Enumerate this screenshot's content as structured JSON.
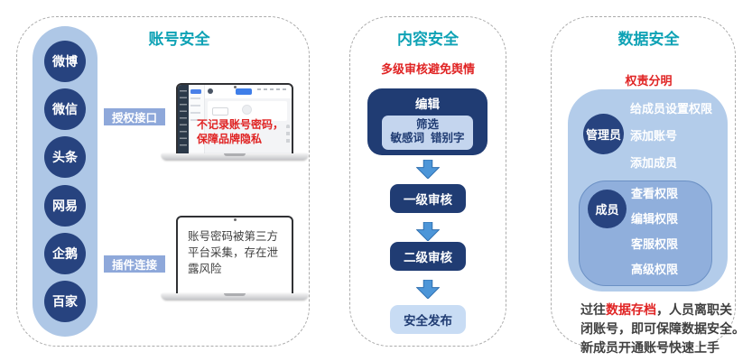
{
  "colors": {
    "teal": "#0ea2b5",
    "red": "#e02424",
    "navy": "#27437f",
    "navy-deep": "#203c73",
    "sidebar-blue": "#aec7e6",
    "label-blue": "#8ea8da",
    "light-box": "#c4d5ee",
    "publish-box": "#c8dcf4",
    "arrow-blue": "#4d96d8",
    "right-outer": "#b3ccea",
    "right-inner": "#90afdc",
    "inner-border": "#6b90c4",
    "panel-border": "#ababab",
    "text-dark": "#3f3f3f"
  },
  "account_panel": {
    "title": "账号安全",
    "platforms": [
      "微博",
      "微信",
      "头条",
      "网易",
      "企鹅",
      "百家"
    ],
    "connectors": {
      "top": "授权接口",
      "bottom": "插件连接"
    },
    "privacy_overlay": "不记录账号密码，保障品牌隐私",
    "risk_note": "账号密码被第三方平台采集，存在泄露风险"
  },
  "content_panel": {
    "title": "内容安全",
    "subtitle": "多级审核避免舆情",
    "flow": {
      "step1": "编辑",
      "step1_sub_line1": "筛选",
      "step1_sub_line2": "敏感词  错别字",
      "step2": "一级审核",
      "step3": "二级审核",
      "step4": "安全发布"
    }
  },
  "data_panel": {
    "title": "数据安全",
    "subtitle": "权责分明",
    "admin": {
      "role": "管理员",
      "permissions": [
        "给成员设置权限",
        "添加账号",
        "添加成员"
      ]
    },
    "member": {
      "role": "成员",
      "permissions": [
        "查看权限",
        "编辑权限",
        "客服权限",
        "高级权限"
      ]
    },
    "note": {
      "line1_prefix": "过往",
      "line1_highlight": "数据存档",
      "line1_rest": "，人员离职关",
      "line2": "闭账号，即可保障数据安全。",
      "line3": "新成员开通账号快速上手"
    }
  }
}
